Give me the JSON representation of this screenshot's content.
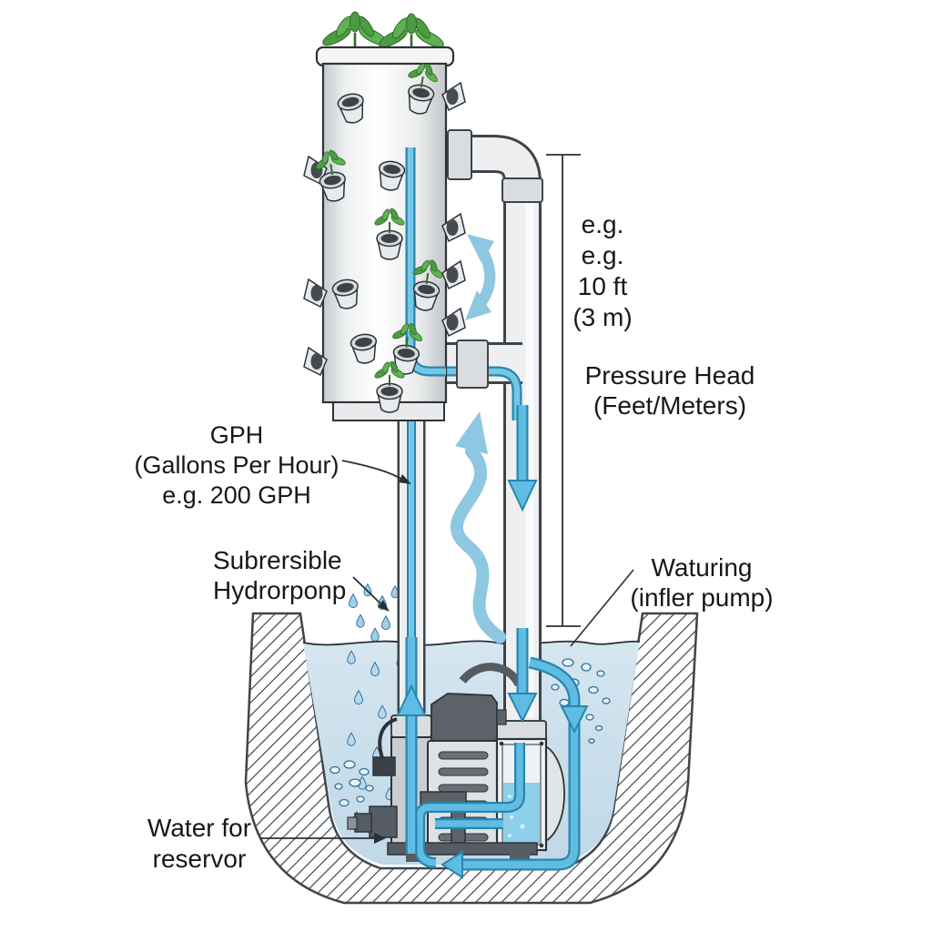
{
  "labels": {
    "eg1": "e.g.",
    "eg2": "e.g.",
    "eg3": "10 ft",
    "eg4": "(3 m)",
    "pressure1": "Pressure Head",
    "pressure2": "(Feet/Meters)",
    "gph1": "GPH",
    "gph2": "(Gallons Per Hour)",
    "gph3": "e.g. 200 GPH",
    "pump1": "Subrersible",
    "pump2": "Hydrorponp",
    "watering1": "Waturing",
    "watering2": "(infler pump)",
    "reservoir1": "Water for",
    "reservoir2": "reservor"
  },
  "colors": {
    "flow_blue": "#5fbce3",
    "flow_blue_outline": "#2a85ad",
    "soft_arrow_blue": "#8ec7e2",
    "water_fill": "#cfe1ed",
    "pipe_fill": "#eef0f2",
    "outline_dark": "#2e3338",
    "pump_dark": "#5c6268",
    "plant_green": "#4d9c44",
    "hatch_line": "#3f454a"
  }
}
